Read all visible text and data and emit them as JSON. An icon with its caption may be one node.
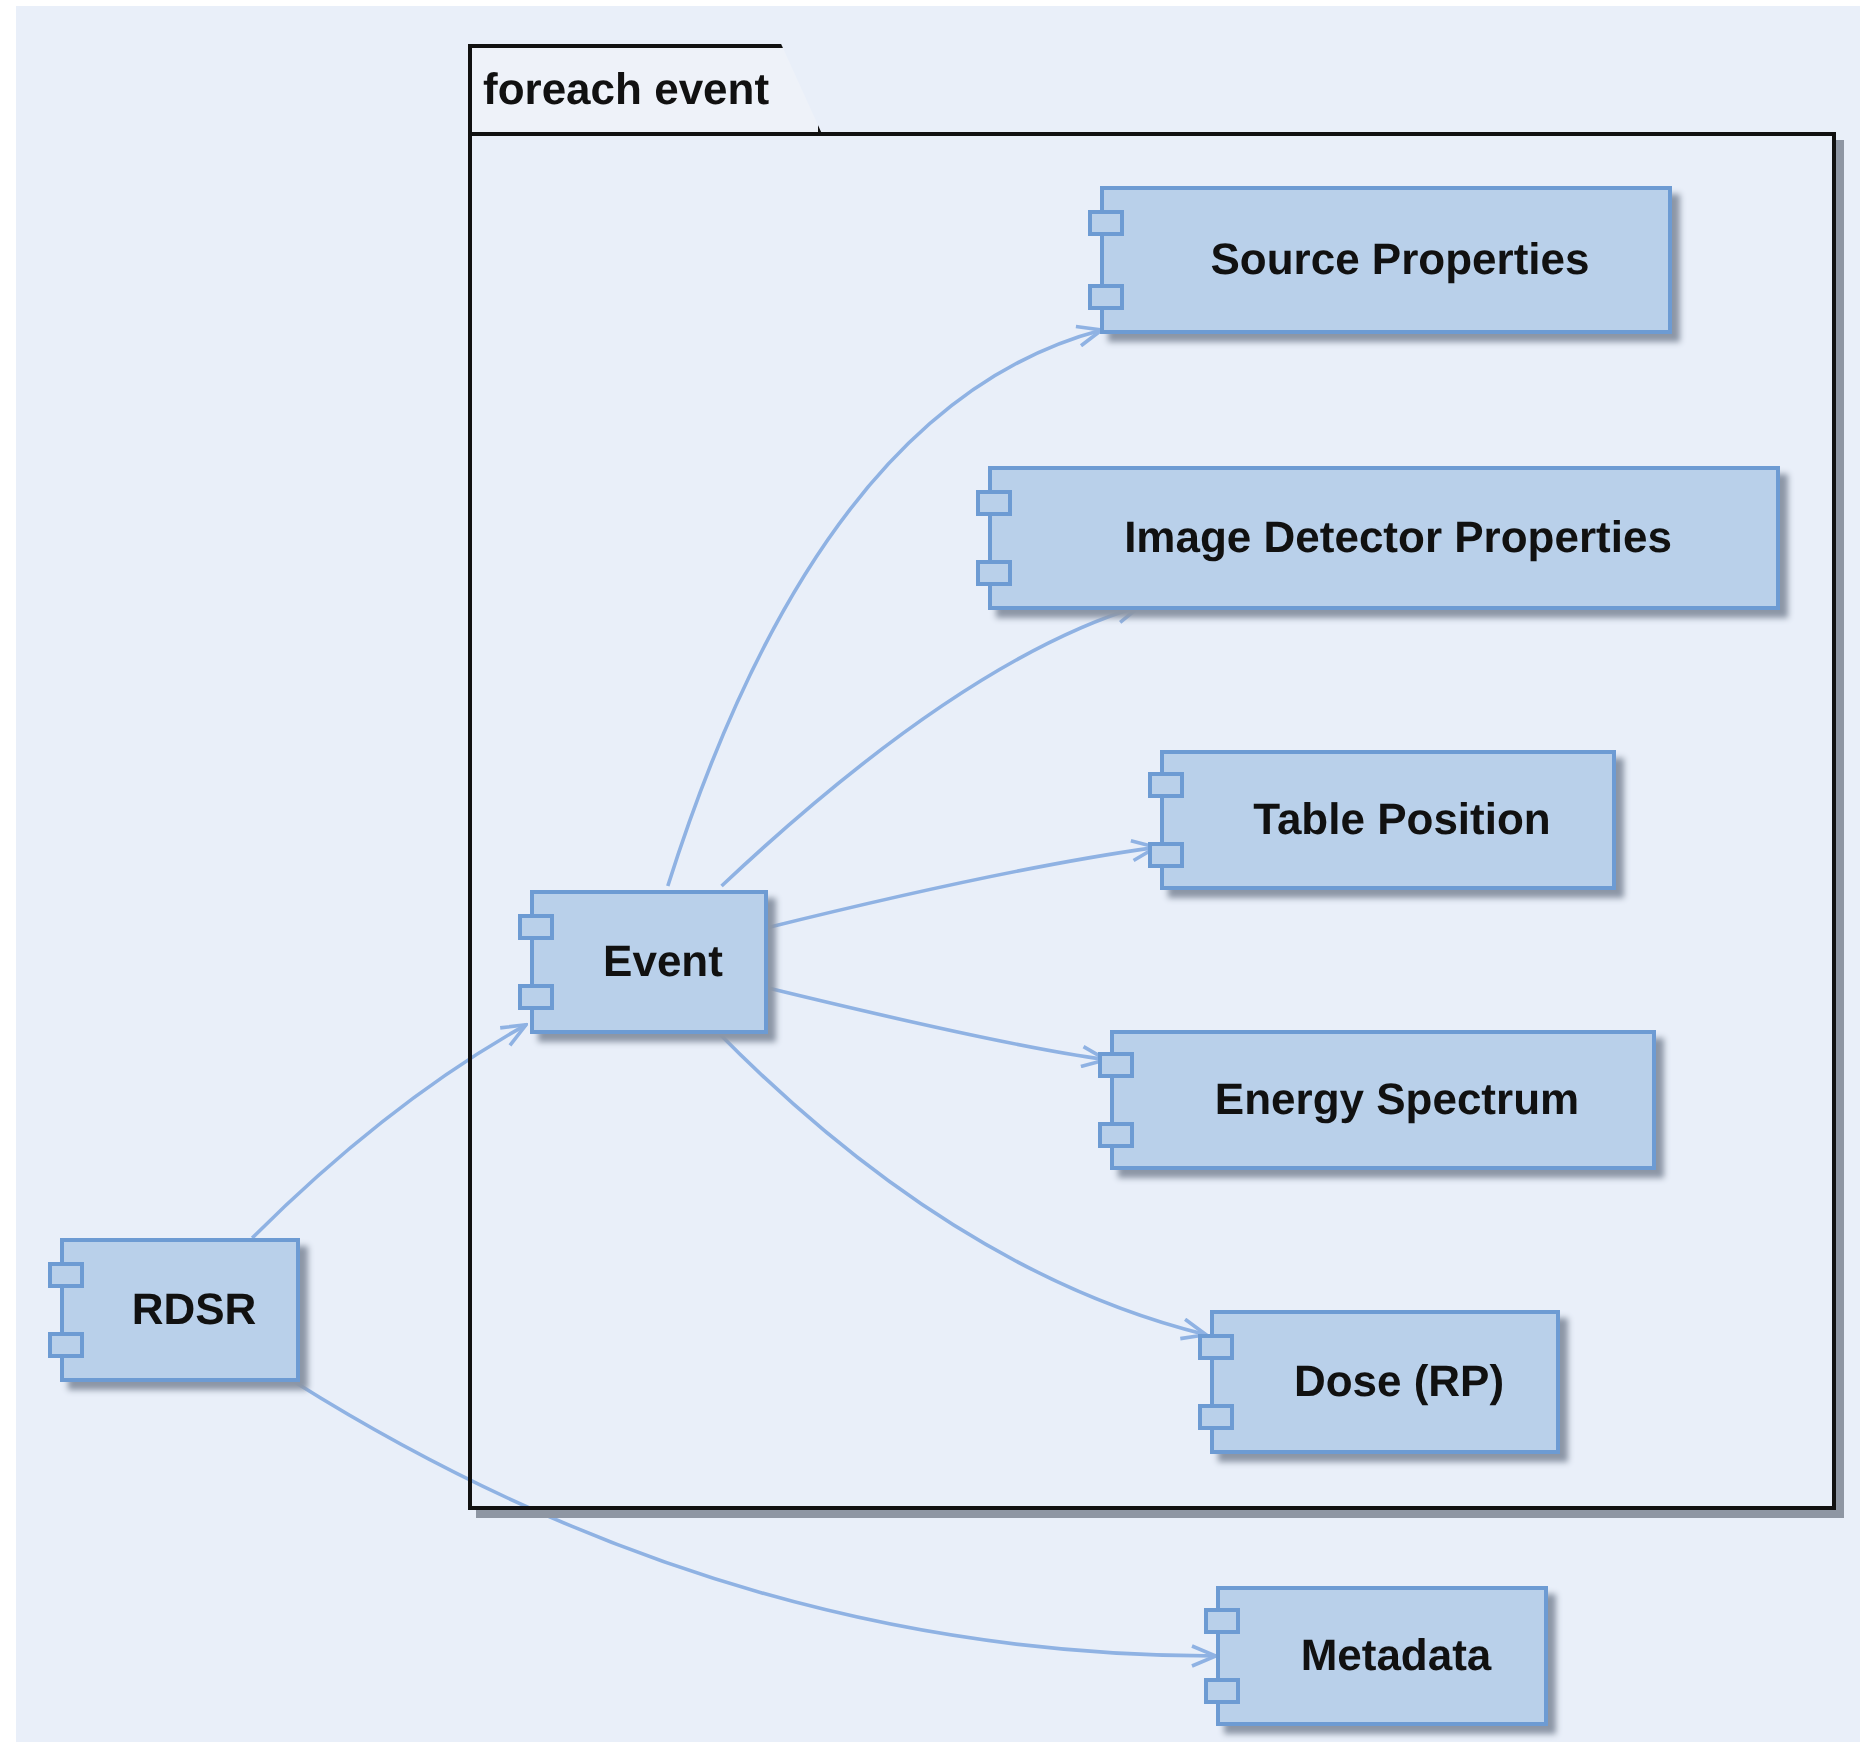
{
  "diagram": {
    "nodes": [
      {
        "text": [
          "foreach event"
        ]
      },
      {
        "text": [
          "Source Properties"
        ],
        "in": 0
      },
      {
        "text": [
          "Image Detector Properties"
        ],
        "in": 0
      },
      {
        "text": [
          "Table Position"
        ],
        "in": 0
      },
      {
        "text": [
          "Energy Spectrum"
        ],
        "in": 0
      },
      {
        "text": [
          "Dose (RP)"
        ],
        "in": 0
      },
      {
        "text": [
          "Event"
        ],
        "in": 0
      },
      {
        "text": [
          "RDSR"
        ]
      },
      {
        "text": [
          "Metadata"
        ]
      }
    ],
    "edges": [
      {
        "from": 7,
        "to": 6,
        "arrow": "to"
      },
      {
        "from": 7,
        "to": 8,
        "arrow": "to"
      },
      {
        "from": 6,
        "to": 1,
        "arrow": "to"
      },
      {
        "from": 6,
        "to": 2,
        "arrow": "to"
      },
      {
        "from": 6,
        "to": 3,
        "arrow": "to"
      },
      {
        "from": 6,
        "to": 4,
        "arrow": "to"
      },
      {
        "from": 6,
        "to": 5,
        "arrow": "to"
      }
    ]
  }
}
